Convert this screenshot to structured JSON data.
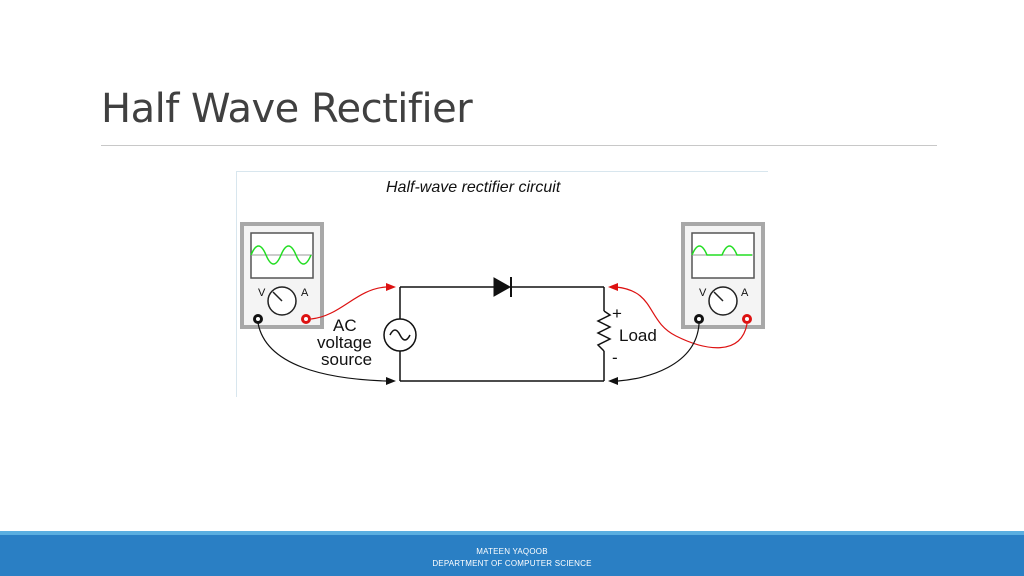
{
  "slide": {
    "title": "Half Wave Rectifier"
  },
  "diagram": {
    "title": "Half-wave rectifier circuit",
    "source_label_lines": [
      "AC",
      "voltage",
      "source"
    ],
    "load_label": "Load",
    "plus_sign": "+",
    "minus_sign": "-",
    "meter_left": {
      "v_label": "V",
      "a_label": "A"
    },
    "meter_right": {
      "v_label": "V",
      "a_label": "A"
    },
    "colors": {
      "waveform": "#22dd22",
      "probe_red": "#dd1111",
      "probe_black": "#111111",
      "meter_frame": "#a8a8a8"
    }
  },
  "footer": {
    "author": "MATEEN YAQOOB",
    "department": "DEPARTMENT OF COMPUTER SCIENCE"
  }
}
